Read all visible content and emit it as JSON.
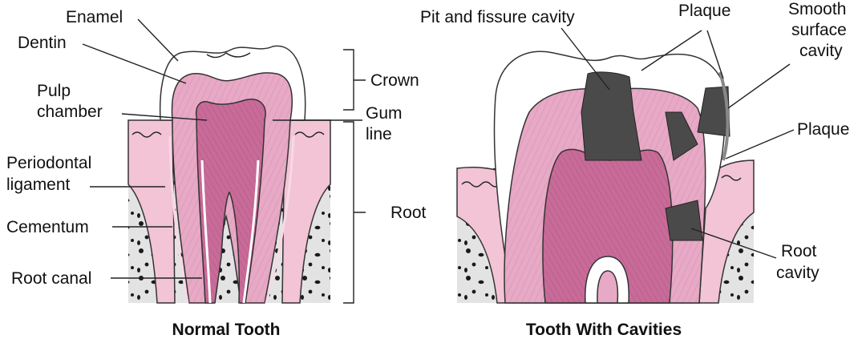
{
  "labels": {
    "enamel": "Enamel",
    "dentin": "Dentin",
    "pulp_1": "Pulp",
    "pulp_2": "chamber",
    "periodontal_1": "Periodontal",
    "periodontal_2": "ligament",
    "cementum": "Cementum",
    "root_canal": "Root canal",
    "crown": "Crown",
    "gum_1": "Gum",
    "gum_2": "line",
    "root": "Root",
    "pit_fissure": "Pit and fissure cavity",
    "plaque_top": "Plaque",
    "smooth_1": "Smooth",
    "smooth_2": "surface",
    "smooth_3": "cavity",
    "plaque_right": "Plaque",
    "root_cavity_1": "Root",
    "root_cavity_2": "cavity"
  },
  "captions": {
    "normal": "Normal Tooth",
    "cavities": "Tooth With Cavities"
  },
  "colors": {
    "bone": "#e3e3e3",
    "bone_spots": "#1a1a1a",
    "gum": "#f2c4d6",
    "gum_light": "#f7d9e5",
    "dentin": "#e7a9c5",
    "pulp": "#c86b99",
    "enamel": "#ffffff",
    "cavity": "#4a4a4a"
  }
}
